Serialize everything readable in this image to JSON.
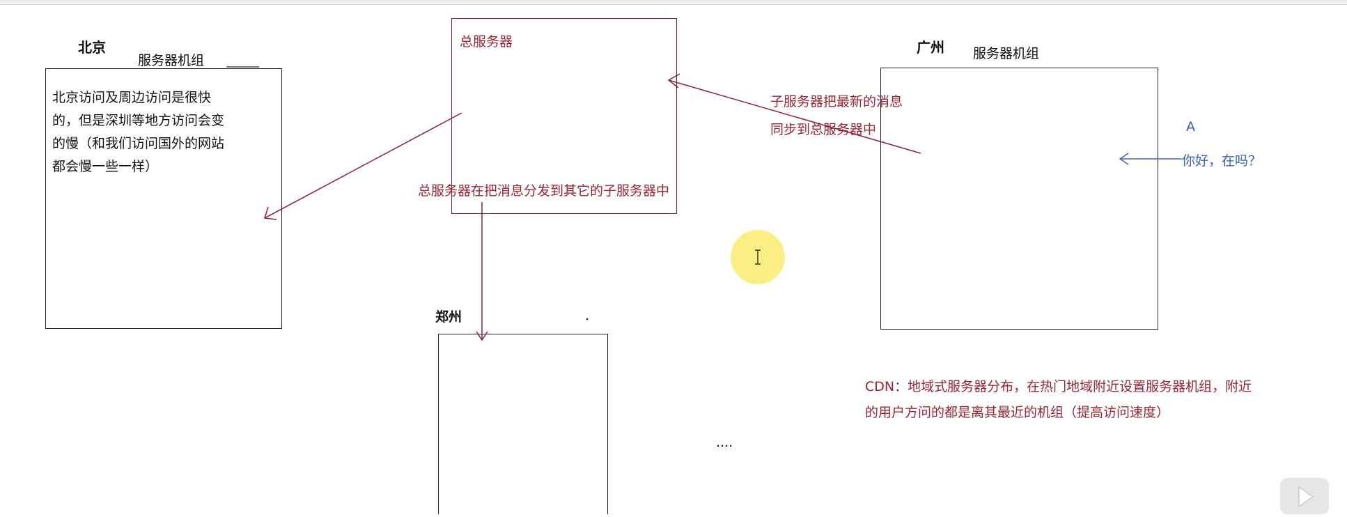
{
  "diagram": {
    "beijing": {
      "city": "北京",
      "group_label": "服务器机组",
      "note_lines": [
        "北京访问及周边访问是很快",
        "的，但是深圳等地方访问会变",
        "的慢（和我们访问国外的网站",
        "都会慢一些一样）"
      ]
    },
    "central": {
      "title": "总服务器",
      "distribute_text": "总服务器在把消息分发到其它的子服务器中"
    },
    "guangzhou": {
      "city": "广州",
      "group_label": "服务器机组",
      "sync_lines": [
        "子服务器把最新的消息",
        "同步到总服务器中"
      ],
      "user_label": "A",
      "user_message": "你好，在吗？"
    },
    "zhengzhou": {
      "city": "郑州"
    },
    "ellipsis": "....",
    "cdn_lines": [
      "CDN：地域式服务器分布，在热门地域附近设置服务器机组，附近",
      "的用户方问的都是离其最近的机组（提高访问速度）"
    ],
    "colors": {
      "red": "#9b2436",
      "blue": "#3a62b8",
      "black": "#111111"
    }
  }
}
